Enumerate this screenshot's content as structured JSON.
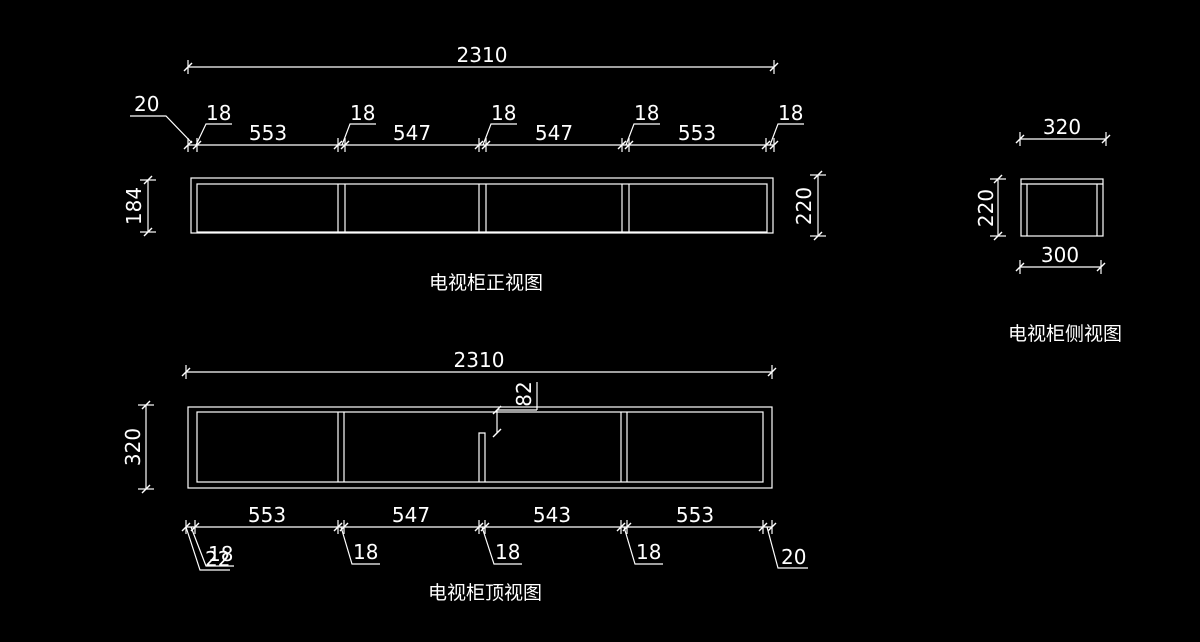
{
  "colors": {
    "background": "#000000",
    "stroke": "#ffffff"
  },
  "front_view": {
    "title": "电视柜正视图",
    "overall_width": "2310",
    "left_offset": "20",
    "panel_thickness": "18",
    "bays": [
      "553",
      "547",
      "547",
      "553"
    ],
    "inner_height": "184",
    "overall_height": "220"
  },
  "side_view": {
    "title": "电视柜侧视图",
    "top_depth": "320",
    "bottom_depth": "300",
    "height": "220"
  },
  "top_view": {
    "title": "电视柜顶视图",
    "overall_width": "2310",
    "depth": "320",
    "notch": "82",
    "bays": [
      "553",
      "547",
      "543",
      "553"
    ],
    "panel_thickness": "18",
    "left_thickness": "18",
    "left_offset": "22",
    "right_offset": "20"
  }
}
